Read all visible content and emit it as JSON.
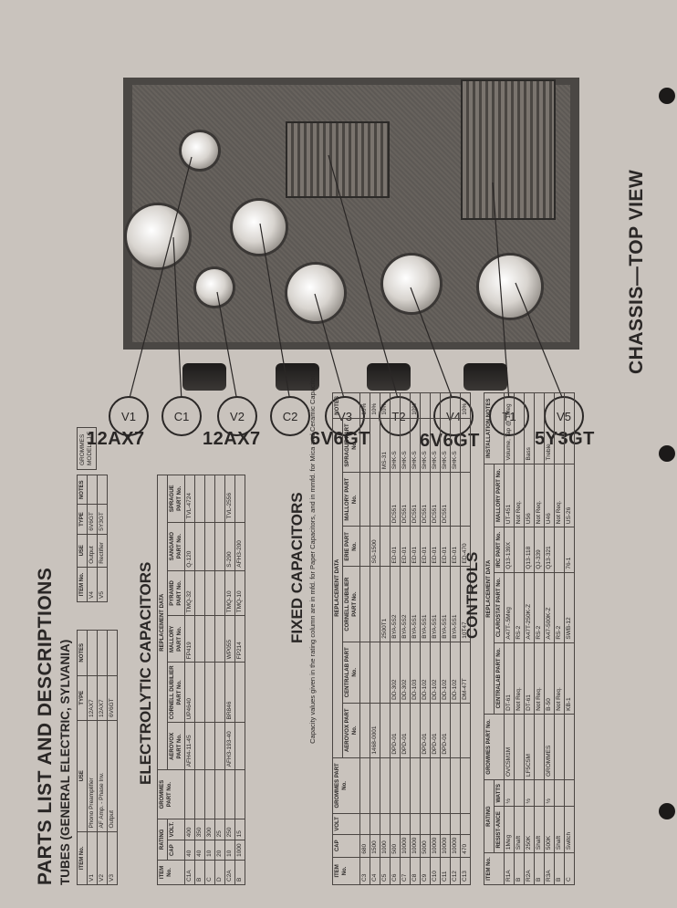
{
  "main_title": "PARTS LIST AND DESCRIPTIONS",
  "tubes_title": "TUBES (GENERAL ELECTRIC, SYLVANIA)",
  "chassis_title": "CHASSIS—TOP VIEW",
  "model_label": "GROMMES\nMODEL LJ-5",
  "tubes_headers": [
    "ITEM No.",
    "USE",
    "TYPE",
    "NOTES"
  ],
  "tubes_left": [
    [
      "V1",
      "Phono Preamplifier",
      "12AX7",
      ""
    ],
    [
      "V2",
      "AF Amp. - Phase Inv.",
      "12AX7",
      ""
    ],
    [
      "V3",
      "Output",
      "6V6GT",
      ""
    ]
  ],
  "tubes_right": [
    [
      "V4",
      "Output",
      "6V6GT",
      ""
    ],
    [
      "V5",
      "Rectifier",
      "5Y3GT",
      ""
    ]
  ],
  "electrolytic_title": "ELECTROLYTIC CAPACITORS",
  "electrolytic_headers": [
    "ITEM No.",
    "CAP",
    "VOLT.",
    "GROMMES PART No.",
    "AEROVOX PART No.",
    "CORNELL DUBILIER PART No.",
    "MALLORY PART No.",
    "PYRAMID PART No.",
    "SANGAMO PART No.",
    "SPRAGUE PART No."
  ],
  "electrolytic_group_rating": "RATING",
  "electrolytic_group_replacement": "REPLACEMENT DATA",
  "electrolytic_rows": [
    [
      "C1A",
      "40",
      "400",
      "",
      "AFH4-11-45",
      "UP4640",
      "FP419",
      "TMQ-32",
      "Q-120",
      "TVL-4724"
    ],
    [
      "B",
      "40",
      "350",
      "",
      "",
      "",
      "",
      "",
      "",
      ""
    ],
    [
      "C",
      "10",
      "300",
      "",
      "",
      "",
      "",
      "",
      "",
      ""
    ],
    [
      "D",
      "20",
      "25",
      "",
      "",
      "",
      "",
      "",
      "",
      ""
    ],
    [
      "C2A",
      "10",
      "250",
      "",
      "AFH3-193-40",
      "BR846",
      "WP055",
      "TMQ-10",
      "S-290",
      "TVL-2556"
    ],
    [
      "B",
      "1000",
      "15",
      "",
      "",
      "",
      "FP214",
      "TMQ-10",
      "AFH3-200",
      ""
    ]
  ],
  "fixed_title": "FIXED CAPACITORS",
  "fixed_note": "Capacity values given in the rating column are in mfd. for Paper Capacitors, and in mmfd. for Mica and Ceramic Capacitors.",
  "fixed_headers": [
    "ITEM No.",
    "CAP",
    "VOLT",
    "GROMMES PART No.",
    "AEROVOX PART No.",
    "CENTRALAB PART No.",
    "CORNELL DUBILIER PART No.",
    "ERIE PART No.",
    "MALLORY PART No.",
    "SPRAGUE PART No.",
    "NOTES"
  ],
  "fixed_rows": [
    [
      "C3",
      "680",
      "",
      "",
      "",
      "",
      "",
      "",
      "",
      "",
      "10%"
    ],
    [
      "C4",
      "1500",
      "",
      "",
      "1468-0001",
      "",
      "",
      "SG-1500",
      "",
      "",
      "10%"
    ],
    [
      "C5",
      "1000",
      "",
      "",
      "",
      "",
      "2500T1",
      "",
      "",
      "MS-31",
      "10%"
    ],
    [
      "C6",
      "500",
      "",
      "",
      "DPD-01",
      "DD-302",
      "BYA-5S2",
      "ED-01",
      "DC551",
      "SHK-S",
      ""
    ],
    [
      "C7",
      "10000",
      "",
      "",
      "DPD-01",
      "DD-302",
      "BYA-5S2",
      "ED-01",
      "DC551",
      "SHK-S",
      ""
    ],
    [
      "C8",
      "10000",
      "",
      "",
      "",
      "DD-103",
      "BYA-5S1",
      "ED-01",
      "DC551",
      "SHK-S",
      "10%"
    ],
    [
      "C9",
      "5000",
      "",
      "",
      "DPD-01",
      "DD-102",
      "BYA-5S1",
      "ED-01",
      "DC551",
      "SHK-S",
      ""
    ],
    [
      "C10",
      "10000",
      "",
      "",
      "DPD-01",
      "DD-102",
      "BYA-5S1",
      "ED-01",
      "DC551",
      "SHK-S",
      ""
    ],
    [
      "C11",
      "10000",
      "",
      "",
      "DPD-01",
      "DD-102",
      "BYA-5S1",
      "ED-01",
      "DC551",
      "SHK-S",
      ""
    ],
    [
      "C12",
      "10000",
      "",
      "",
      "",
      "DD-102",
      "BYA-5S1",
      "ED-01",
      "",
      "SHK-S",
      ""
    ],
    [
      "C13",
      "470",
      "",
      "",
      "",
      "DM-47T",
      "10T47",
      "ED-470",
      "",
      "",
      "10%"
    ]
  ],
  "controls_title": "CONTROLS",
  "controls_headers": [
    "ITEM No.",
    "RESIST-ANCE",
    "WATTS",
    "GROMMES PART No.",
    "CENTRALAB PART No.",
    "CLAROSTAT PART No.",
    "IRC PART No.",
    "MALLORY PART No.",
    "INSTALLATION NOTES"
  ],
  "controls_group_rating": "RATING",
  "controls_group_replacement": "REPLACEMENT DATA",
  "controls_rows": [
    [
      "R1A",
      "1Meg",
      "½",
      "OVC5M1M",
      "DT-61",
      "A47T-.5Meg",
      "Q13-139X",
      "UT-451",
      "Volume, Tap @ 1Meg"
    ],
    [
      "B",
      "Shaft",
      "",
      "",
      "Not Req.",
      "RS-2",
      "",
      "Not Req.",
      ""
    ],
    [
      "R2A",
      "250K",
      "½",
      "LF5C5M",
      "DT-61",
      "A47T-250K-Z",
      "Q13-118",
      "U56",
      "Bass"
    ],
    [
      "B",
      "Shaft",
      "",
      "",
      "Not Req.",
      "RS-2",
      "QJ-339",
      "Not Req.",
      ""
    ],
    [
      "R3A",
      "500K",
      "½",
      "GROMMES",
      "B-50",
      "A47-500K-Z",
      "Q13-321",
      "U46",
      "Treble"
    ],
    [
      "B",
      "Shaft",
      "",
      "",
      "Not Req.",
      "RS-2",
      "",
      "Not Req.",
      ""
    ],
    [
      "C",
      "Switch",
      "",
      "",
      "KB-1",
      "SWB-12",
      "76-1",
      "US-26",
      ""
    ]
  ],
  "part_labels": [
    "12AX7",
    "12AX7",
    "6V6GT",
    "6V6GT",
    "5Y3GT"
  ],
  "callouts": [
    "V1",
    "C1",
    "V2",
    "C2",
    "V3",
    "T2",
    "V4",
    "T1",
    "V5"
  ]
}
